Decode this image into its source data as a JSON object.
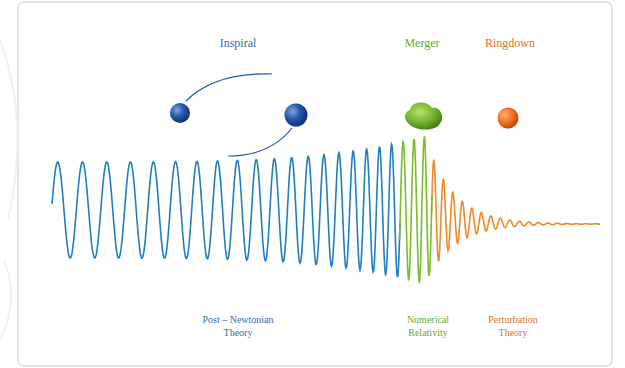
{
  "diagram": {
    "labels": [
      "Inspiral",
      "Merger",
      "Ringdown",
      "Post – Newtonian Theory",
      "Numerical Relativity",
      "Perturbation Theory"
    ]
  }
}
